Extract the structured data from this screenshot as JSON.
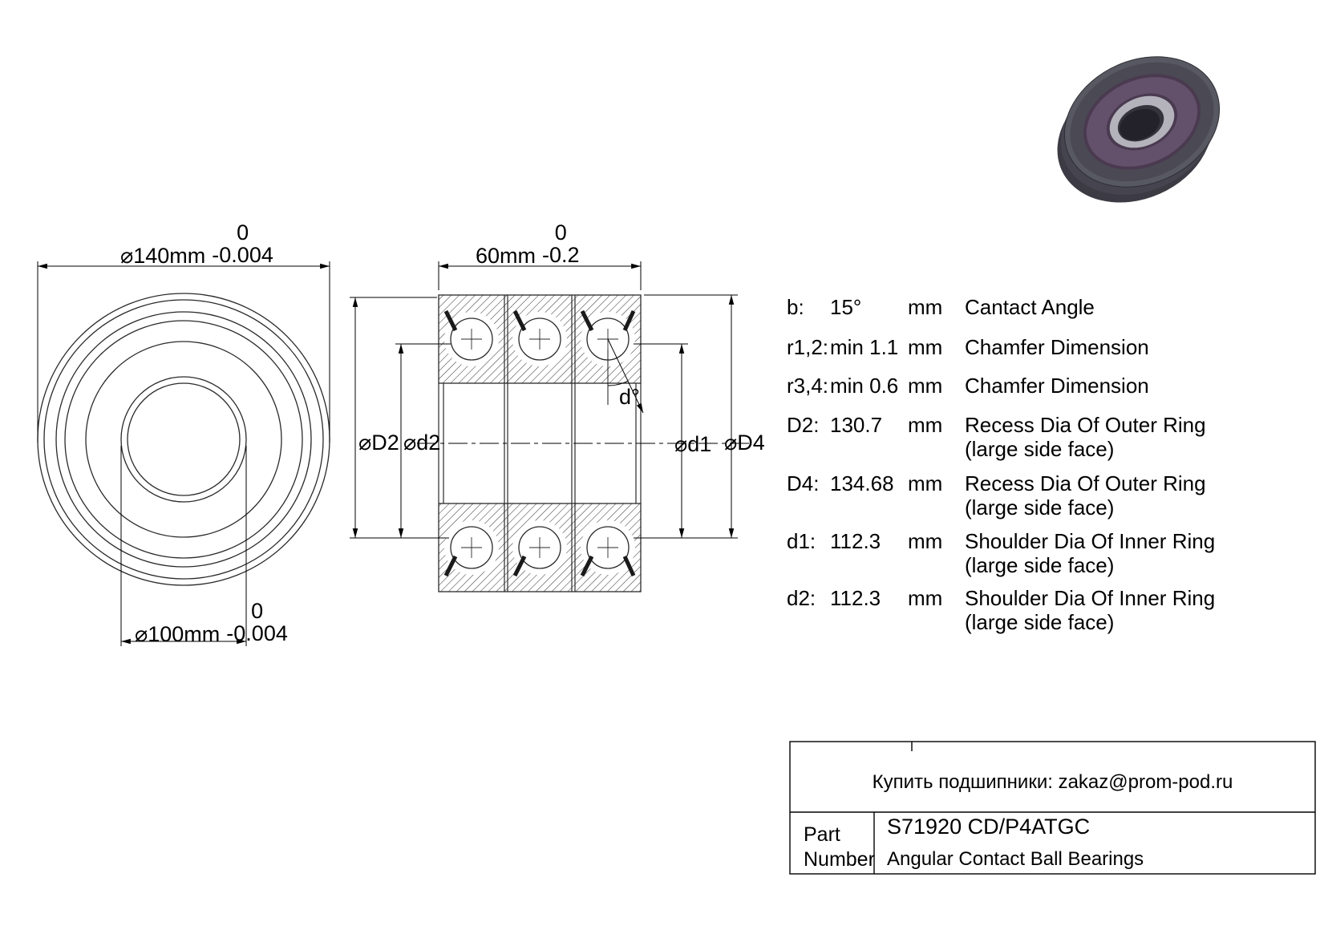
{
  "front_view": {
    "outer_dim": {
      "prefix": "⌀140mm",
      "tol_upper": "0",
      "tol_lower": "-0.004"
    },
    "bore_dim": {
      "prefix": "⌀100mm",
      "tol_upper": "0",
      "tol_lower": "-0.004"
    }
  },
  "section_view": {
    "width_dim": {
      "prefix": "60mm",
      "tol_upper": "0",
      "tol_lower": "-0.2"
    },
    "labels": {
      "D2": "⌀D2",
      "d2": "⌀d2",
      "d1": "⌀d1",
      "D4": "⌀D4",
      "angle": "d°"
    }
  },
  "spec_table": {
    "rows": [
      {
        "symbol": "b:",
        "value": "15°",
        "unit": "mm",
        "desc": "Cantact Angle",
        "desc2": ""
      },
      {
        "symbol": "r1,2:",
        "value": "min 1.1",
        "unit": "mm",
        "desc": "Chamfer Dimension",
        "desc2": ""
      },
      {
        "symbol": "r3,4:",
        "value": "min 0.6",
        "unit": "mm",
        "desc": "Chamfer Dimension",
        "desc2": ""
      },
      {
        "symbol": "D2:",
        "value": "130.7",
        "unit": "mm",
        "desc": "Recess Dia Of Outer Ring",
        "desc2": "(large side face)"
      },
      {
        "symbol": "D4:",
        "value": "134.68",
        "unit": "mm",
        "desc": "Recess Dia Of Outer Ring",
        "desc2": "(large side face)"
      },
      {
        "symbol": "d1:",
        "value": "112.3",
        "unit": "mm",
        "desc": "Shoulder Dia Of Inner Ring",
        "desc2": "(large side face)"
      },
      {
        "symbol": "d2:",
        "value": "112.3",
        "unit": "mm",
        "desc": "Shoulder Dia Of Inner Ring",
        "desc2": "(large side face)"
      }
    ]
  },
  "title_block": {
    "contact": "Купить подшипники: zakaz@prom-pod.ru",
    "part_label_line1": "Part",
    "part_label_line2": "Number",
    "part_number": "S71920 CD/P4ATGC",
    "category": "Angular Contact Ball Bearings"
  }
}
